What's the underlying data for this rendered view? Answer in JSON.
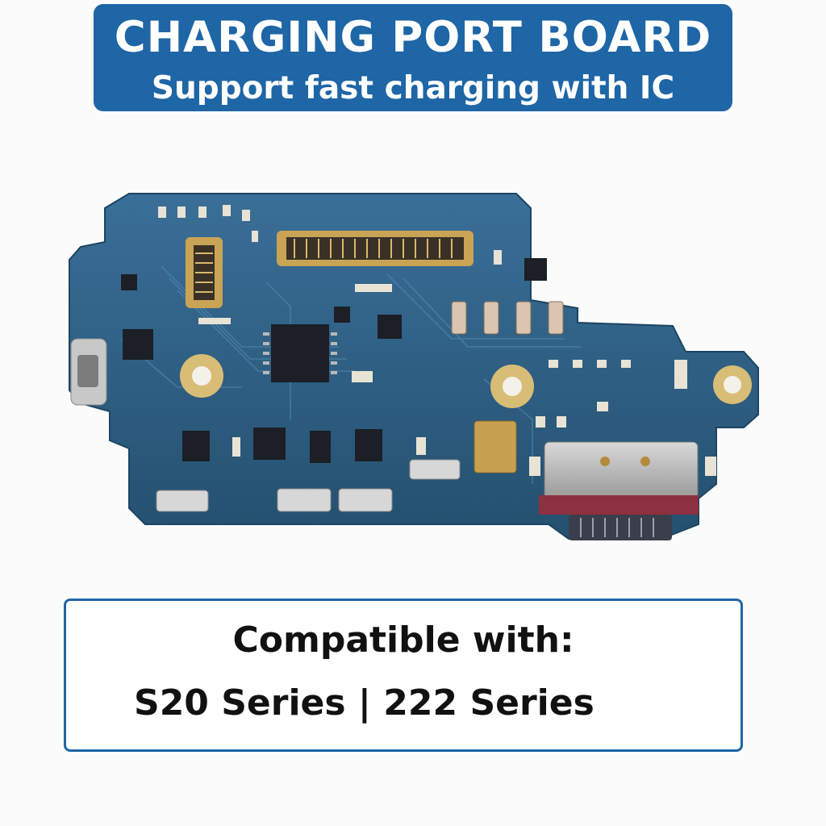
{
  "banner": {
    "title": "CHARGING PORT BOARD",
    "subtitle": "Support fast charging with IC"
  },
  "compatibility": {
    "heading": "Compatible with:",
    "models": "S20 Series | 222 Series"
  },
  "colors": {
    "brand_blue": "#1e66a6",
    "pcb_blue": "#2c5d86",
    "gold": "#c9a455",
    "silver": "#c8c8c8",
    "chip_black": "#1c1f26"
  },
  "image": {
    "subject": "charging-port-board-pcb"
  }
}
